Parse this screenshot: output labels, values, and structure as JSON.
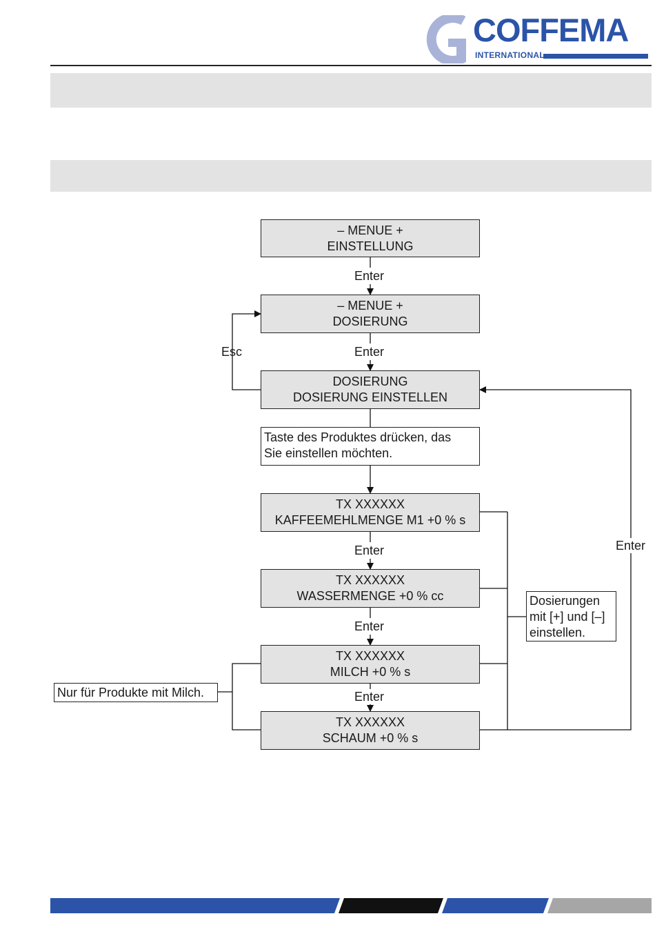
{
  "brand": {
    "name": "COFFEMA",
    "subtitle": "INTERNATIONAL",
    "colors": {
      "blue": "#2b54a8",
      "grey": "#a6a6a6",
      "black": "#111111"
    }
  },
  "diagram": {
    "boxes": {
      "menu_einstellung": {
        "line1": "– MENUE +",
        "line2": "EINSTELLUNG"
      },
      "menu_dosierung": {
        "line1": "– MENUE +",
        "line2": "DOSIERUNG"
      },
      "dosierung": {
        "line1": "DOSIERUNG",
        "line2": "DOSIERUNG EINSTELLEN"
      },
      "kaffeemehl": {
        "line1": "TX  XXXXXX",
        "line2": "KAFFEEMEHLMENGE M1  +0 % s"
      },
      "wasser": {
        "line1": "TX  XXXXXX",
        "line2": "WASSERMENGE  +0 % cc"
      },
      "milch": {
        "line1": "TX  XXXXXX",
        "line2": "MILCH  +0 % s"
      },
      "schaum": {
        "line1": "TX  XXXXXX",
        "line2": "SCHAUM  +0 % s"
      }
    },
    "notes": {
      "taste": {
        "line1": "Taste des Produktes drücken, das",
        "line2": "Sie einstellen möchten."
      },
      "dosierungen": {
        "line1": "Dosierungen",
        "line2": "mit [+] und [–]",
        "line3": "einstellen."
      },
      "milch_only": "Nur für Produkte mit Milch."
    },
    "labels": {
      "enter": "Enter",
      "esc": "Esc"
    }
  }
}
